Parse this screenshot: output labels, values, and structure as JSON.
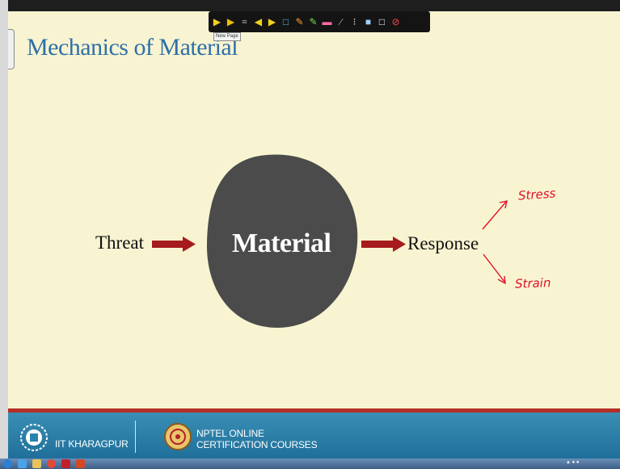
{
  "slide": {
    "title": "Mechanics of Material",
    "tooltip": "New Page"
  },
  "toolbar": {
    "tools": [
      "arrow-right-icon",
      "arrow-right-yellow-icon",
      "stack-icon",
      "prev-icon",
      "next-icon",
      "page-icon",
      "pen-icon",
      "highlighter-icon",
      "eraser-icon",
      "line-icon",
      "laser-icon",
      "color-picker-icon",
      "blank-page-icon",
      "stop-icon"
    ]
  },
  "diagram": {
    "input_label": "Threat",
    "center_label": "Material",
    "output_label": "Response",
    "annotations": [
      "Stress",
      "Strain"
    ],
    "colors": {
      "arrow": "#a61c1c",
      "blob": "#4a4a4a",
      "ink": "#e0102a"
    }
  },
  "footer": {
    "institution": "IIT KHARAGPUR",
    "program_line1": "NPTEL ONLINE",
    "program_line2": "CERTIFICATION COURSES",
    "colors": {
      "band": "#2a83ad",
      "accent": "#b42f26"
    }
  }
}
